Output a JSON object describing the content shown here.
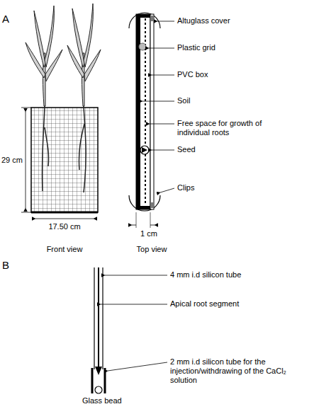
{
  "diagram": {
    "labels": [
      "A",
      "29 cm",
      "17.50 cm",
      "Front view",
      "Altuglass cover",
      "Plastic grid",
      "PVC box",
      "Soil",
      "Free space for growth of individual roots",
      "Seed",
      "Clips",
      "1 cm",
      "Top view",
      "B",
      "4 mm i.d silicon tube",
      "Apical root segment",
      "2 mm i.d silicon tube for the injection/withdrawing of the CaCl₂ solution",
      "Glass bead"
    ]
  }
}
